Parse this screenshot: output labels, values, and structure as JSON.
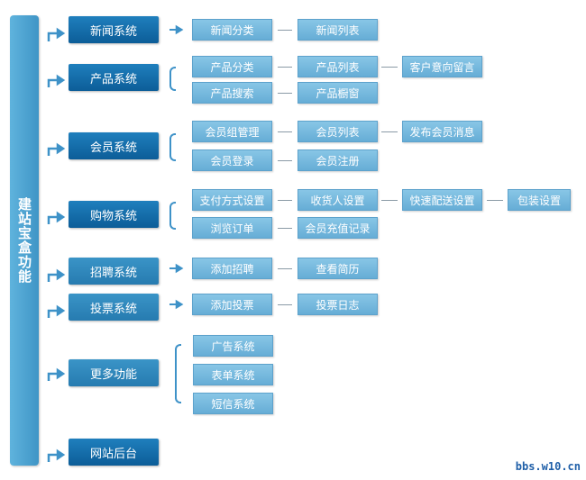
{
  "title": "建站宝盒功能",
  "categories": [
    {
      "label": "新闻系统",
      "items": [
        "新闻分类",
        "新闻列表"
      ]
    },
    {
      "label": "产品系统",
      "items": [
        "产品分类",
        "产品列表",
        "客户意向留言",
        "产品搜索",
        "产品橱窗"
      ]
    },
    {
      "label": "会员系统",
      "items": [
        "会员组管理",
        "会员列表",
        "发布会员消息",
        "会员登录",
        "会员注册"
      ]
    },
    {
      "label": "购物系统",
      "items": [
        "支付方式设置",
        "收货人设置",
        "快速配送设置",
        "包装设置",
        "浏览订单",
        "会员充值记录"
      ]
    },
    {
      "label": "招聘系统",
      "items": [
        "添加招聘",
        "查看简历"
      ]
    },
    {
      "label": "投票系统",
      "items": [
        "添加投票",
        "投票日志"
      ]
    },
    {
      "label": "更多功能",
      "items": [
        "广告系统",
        "表单系统",
        "短信系统"
      ]
    },
    {
      "label": "网站后台",
      "items": []
    }
  ],
  "watermark": "bbs.w10.cn",
  "colors": {
    "category": "#0c5d98",
    "item": "#77b9df",
    "root": "#4fa5d3",
    "connector": "#3e92c8"
  }
}
